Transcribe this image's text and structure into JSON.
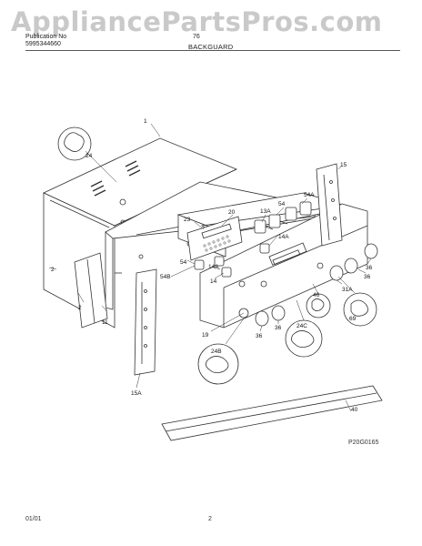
{
  "watermark": "AppliancePartsPros.com",
  "header": {
    "publication_label": "Publication No",
    "publication_number": "5995344660",
    "model_fragment": "76",
    "section_title": "BACKGUARD"
  },
  "callouts": [
    "1",
    "24",
    "15",
    "20",
    "23",
    "13A",
    "54",
    "54A",
    "14A",
    "14A",
    "54B",
    "14",
    "54",
    "11",
    "2",
    "2",
    "15A",
    "19",
    "36",
    "36",
    "24B",
    "24C",
    "46",
    "31A",
    "36",
    "36",
    "69",
    "40"
  ],
  "figure_id": "P20G0165",
  "footer": {
    "date": "01/01",
    "page": "2"
  }
}
